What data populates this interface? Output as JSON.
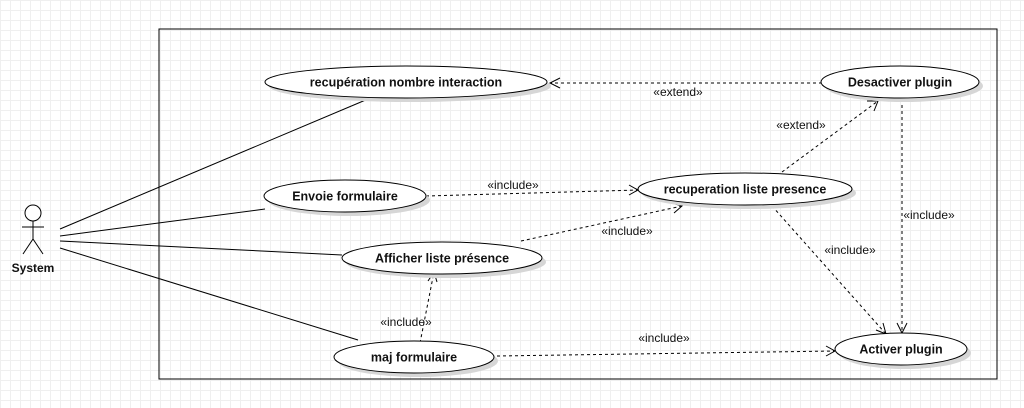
{
  "actor": {
    "label": "System"
  },
  "use_cases": {
    "recup_nombre": "recupération nombre interaction",
    "desactiver": "Desactiver plugin",
    "envoie": "Envoie formulaire",
    "recup_liste": "recuperation liste presence",
    "afficher": "Afficher liste présence",
    "maj": "maj formulaire",
    "activer": "Activer plugin"
  },
  "relations": {
    "desactiver_extend_recup_nombre": "«extend»",
    "recup_liste_extend_desactiver": "«extend»",
    "envoie_include_recup_liste": "«include»",
    "afficher_include_recup_liste": "«include»",
    "desactiver_include_activer": "«include»",
    "recup_liste_include_activer": "«include»",
    "maj_include_afficher": "«include»",
    "maj_include_activer": "«include»"
  }
}
